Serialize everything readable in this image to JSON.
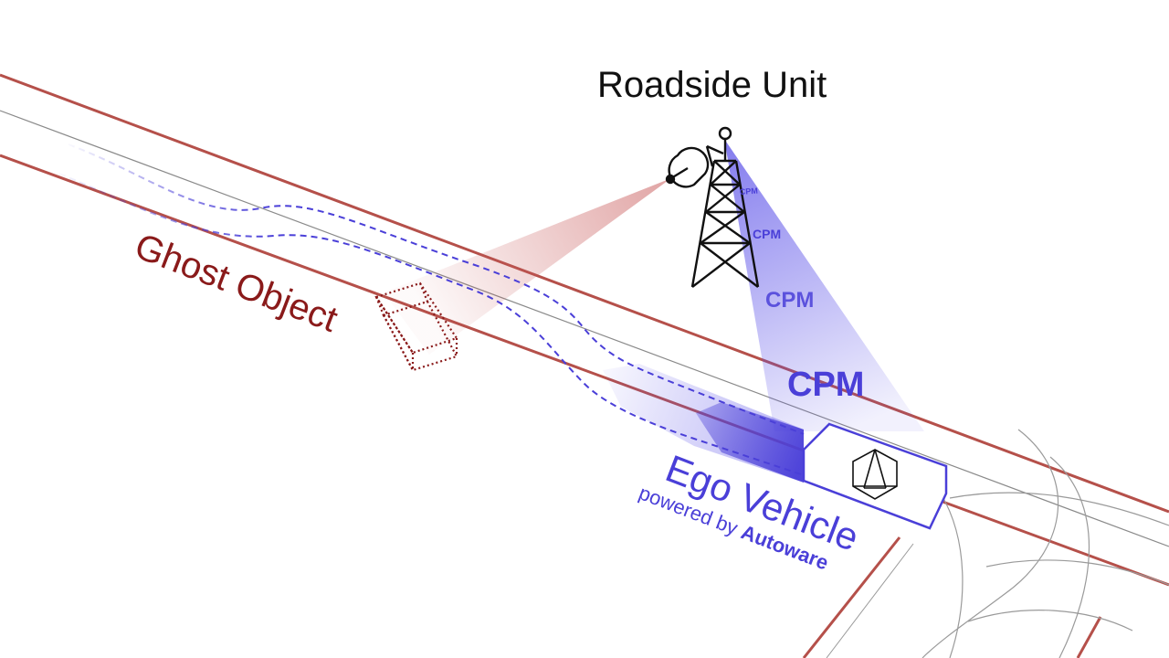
{
  "labels": {
    "roadside_unit": "Roadside Unit",
    "ghost_object": "Ghost Object",
    "ego_vehicle": "Ego Vehicle",
    "powered_by": "powered by ",
    "autoware": "Autoware"
  },
  "cpm_messages": [
    "CPM",
    "CPM",
    "CPM",
    "CPM"
  ],
  "colors": {
    "road_edge": "#b5504a",
    "ghost": "#8a1a1a",
    "ego": "#4a3fd8",
    "tower": "#111111",
    "lane_line": "#888888"
  }
}
